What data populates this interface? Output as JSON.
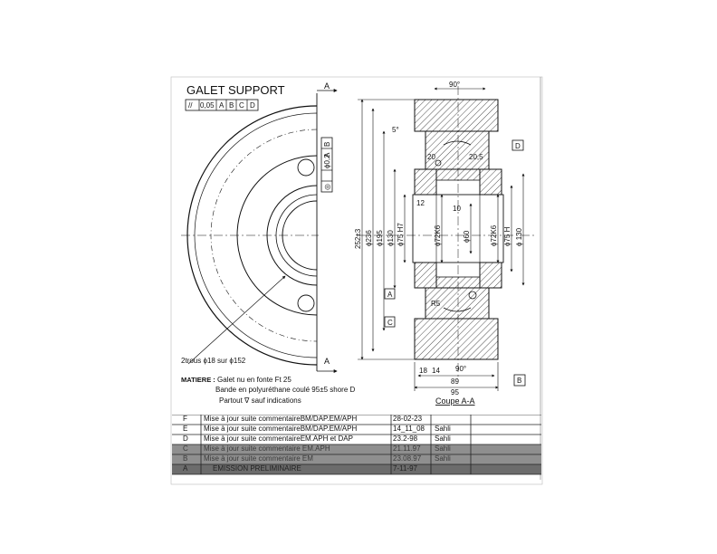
{
  "title": "GALET SUPPORT",
  "tolerance_frame": [
    "//",
    "0,05",
    "A",
    "B",
    "C",
    "D"
  ],
  "side_frame": [
    "◎",
    "ϕ0,2",
    "A",
    "B"
  ],
  "section_marks": {
    "top": "A",
    "bottom": "A"
  },
  "view_note": "2trous ϕ18 sur ϕ152",
  "material": {
    "label": "MATIERE :",
    "line1": "Galet nu en fonte Ft 25",
    "line2": "Bande en polyuréthane coulé 95±5 shore D",
    "line3": "Partout ∇ sauf indications"
  },
  "section_title": "Coupe A-A",
  "datums": {
    "a": "A",
    "b": "B",
    "c": "C",
    "d": "D"
  },
  "dimensions": {
    "top_angle": "90°",
    "chamfer": "5°",
    "d252": "252±3",
    "d236": "ϕ236",
    "d195": "ϕ195",
    "d130": "ϕ130",
    "d75h7": "ϕ75 H7",
    "d72k6": "ϕ72K6",
    "d60": "ϕ60",
    "d72k6r": "ϕ72K6",
    "d75hr": "ϕ75 H",
    "d130r": "ϕ 130",
    "w12": "12",
    "w10": "10",
    "w20": "20",
    "w205": "20,5",
    "w18": "18",
    "w14": "14",
    "a90b": "90°",
    "w89": "89",
    "w95": "95",
    "r5": "R5"
  },
  "revisions": [
    {
      "letter": "F",
      "text": "Mise à jour suite commentaireBM/DAP.EM/APH",
      "date": "28-02-23",
      "name": ""
    },
    {
      "letter": "E",
      "text": "Mise à jour suite commentaireBM/DAP.EM/APH",
      "date": "14_11_08",
      "name": "Sahli"
    },
    {
      "letter": "D",
      "text": "Mise à jour suite commentaireEM.APH et DAP",
      "date": "23.2-98",
      "name": "Sahli"
    },
    {
      "letter": "C",
      "text": "Mise à jour suite commentaire EM.APH",
      "date": "21.11.97",
      "name": "Sahli"
    },
    {
      "letter": "B",
      "text": "Mise à jour suite commentaire EM",
      "date": "23.08.97",
      "name": "Sahli"
    },
    {
      "letter": "A",
      "text": "EMISSION PRELIMINAIRE",
      "date": "7-11-97",
      "name": ""
    }
  ]
}
